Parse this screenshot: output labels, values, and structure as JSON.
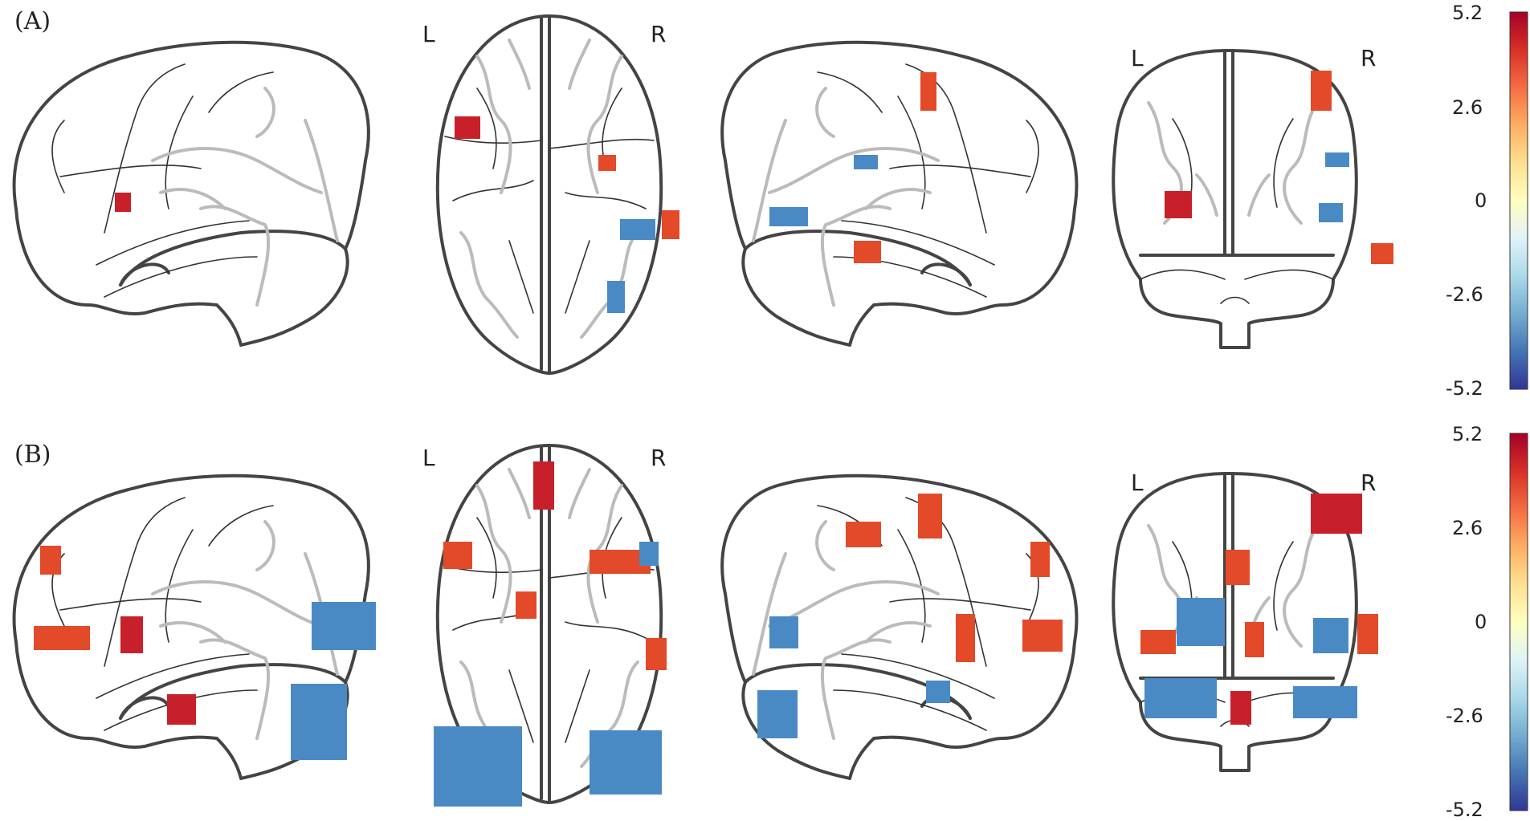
{
  "panels": [
    {
      "label": "(A)",
      "left_label": "L",
      "right_label": "R"
    },
    {
      "label": "(B)",
      "left_label": "L",
      "right_label": "R"
    }
  ],
  "colorbar": {
    "ticks": [
      "5.2",
      "2.6",
      "0",
      "-2.6",
      "-5.2"
    ],
    "colors": [
      "#a50026",
      "#d73027",
      "#f46d43",
      "#fdae61",
      "#fee090",
      "#ffffbf",
      "#e0f3f8",
      "#abd9e9",
      "#74add1",
      "#4575b4",
      "#313695"
    ]
  }
}
